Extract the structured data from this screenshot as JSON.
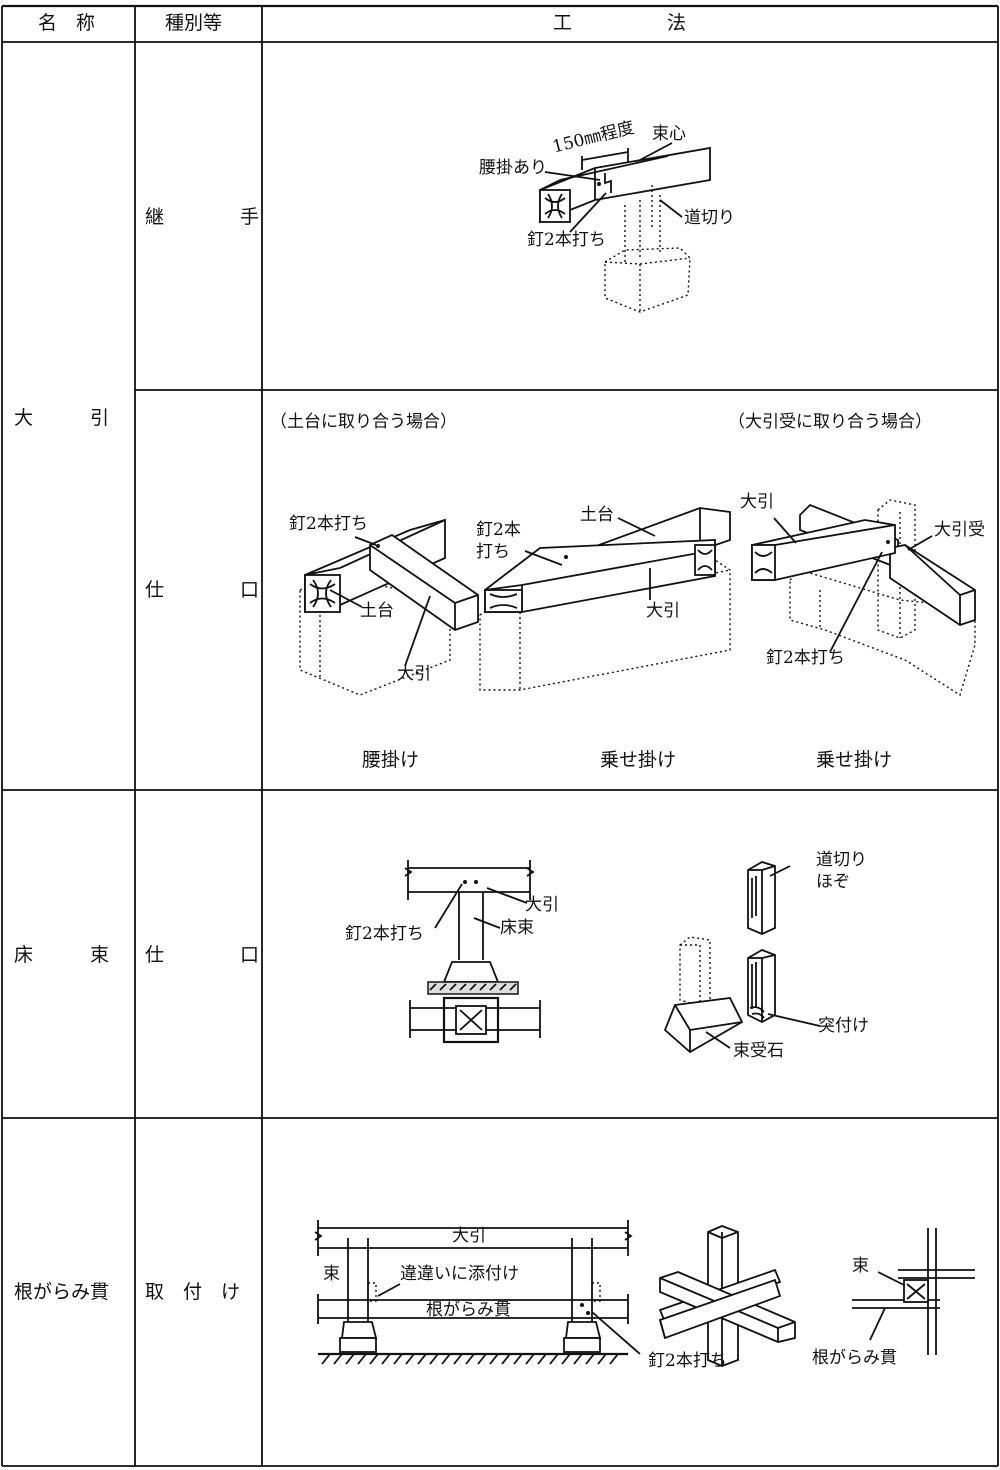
{
  "table": {
    "headers": {
      "name": "名　称",
      "type": "種別等",
      "method": "工　　　　　法"
    },
    "rows": [
      {
        "name": "大　　　引",
        "types": [
          "継　　　　手",
          "仕　　　　口"
        ]
      },
      {
        "name": "床　　　束",
        "types": [
          "仕　　　　口"
        ]
      },
      {
        "name": "根がらみ貫",
        "types": [
          "取　付　け"
        ]
      }
    ]
  },
  "fig_joint": {
    "labels": [
      "150㎜程度",
      "束心",
      "腰掛あり",
      "道切り",
      "釘2本打ち"
    ]
  },
  "fig_shikuchi": {
    "case_left": "（土台に取り合う場合）",
    "case_right": "（大引受に取り合う場合）",
    "labels_a": [
      "釘2本打ち",
      "土台",
      "大引"
    ],
    "labels_b": [
      "釘2本",
      "打ち",
      "土台",
      "大引"
    ],
    "labels_c": [
      "大引",
      "大引受",
      "釘2本打ち"
    ],
    "captions": [
      "腰掛け",
      "乗せ掛け",
      "乗せ掛け"
    ]
  },
  "fig_yukazuka": {
    "labels": [
      "大引",
      "釘2本打ち",
      "床束",
      "道切り",
      "ほぞ",
      "突付け",
      "束受石"
    ]
  },
  "fig_negarami": {
    "labels": [
      "大引",
      "束",
      "違違いに添付け",
      "根がらみ貫",
      "釘2本打ち",
      "束",
      "根がらみ貫"
    ]
  }
}
